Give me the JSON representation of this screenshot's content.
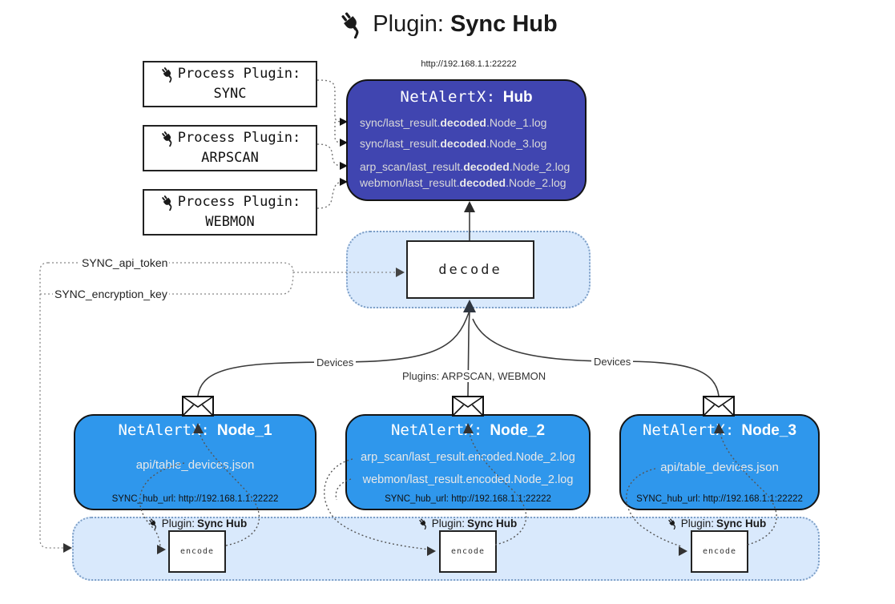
{
  "title": {
    "prefix": "Plugin:",
    "name": "Sync Hub"
  },
  "process_plugins": [
    {
      "line1": "Process Plugin:",
      "name": "SYNC"
    },
    {
      "line1": "Process Plugin:",
      "name": "ARPSCAN"
    },
    {
      "line1": "Process Plugin:",
      "name": "WEBMON"
    }
  ],
  "hub": {
    "url": "http://192.168.1.1:22222",
    "title_prefix": "NetAlertX:",
    "title_name": "Hub",
    "files": [
      {
        "pre": "sync/last_result.",
        "bold": "decoded",
        "post": ".Node_1.log"
      },
      {
        "pre": "sync/last_result.",
        "bold": "decoded",
        "post": ".Node_3.log"
      },
      {
        "pre": "arp_scan/last_result.",
        "bold": "decoded",
        "post": ".Node_2.log"
      },
      {
        "pre": "webmon/last_result.",
        "bold": "decoded",
        "post": ".Node_2.log"
      }
    ]
  },
  "decode": {
    "label": "decode"
  },
  "keys": {
    "api_token": "SYNC_api_token",
    "encryption_key": "SYNC_encryption_key"
  },
  "edges": {
    "devices_left": "Devices",
    "plugins_mid": "Plugins: ARPSCAN, WEBMON",
    "devices_right": "Devices"
  },
  "nodes": [
    {
      "title_prefix": "NetAlertX:",
      "title_name": "Node_1",
      "files": [
        "api/table_devices.json"
      ],
      "hub_url": "SYNC_hub_url: http://192.168.1.1:22222"
    },
    {
      "title_prefix": "NetAlertX:",
      "title_name": "Node_2",
      "files": [
        "arp_scan/last_result.encoded.Node_2.log",
        "webmon/last_result.encoded.Node_2.log"
      ],
      "hub_url": "SYNC_hub_url: http://192.168.1.1:22222"
    },
    {
      "title_prefix": "NetAlertX:",
      "title_name": "Node_3",
      "files": [
        "api/table_devices.json"
      ],
      "hub_url": "SYNC_hub_url: http://192.168.1.1:22222"
    }
  ],
  "encoders": [
    {
      "caption_prefix": "Plugin:",
      "caption_name": "Sync Hub",
      "label": "encode"
    },
    {
      "caption_prefix": "Plugin:",
      "caption_name": "Sync Hub",
      "label": "encode"
    },
    {
      "caption_prefix": "Plugin:",
      "caption_name": "Sync Hub",
      "label": "encode"
    }
  ],
  "colors": {
    "hub_fill": "#4045b0",
    "node_fill": "#2f97ec",
    "panel_fill": "#d9e9fc"
  }
}
